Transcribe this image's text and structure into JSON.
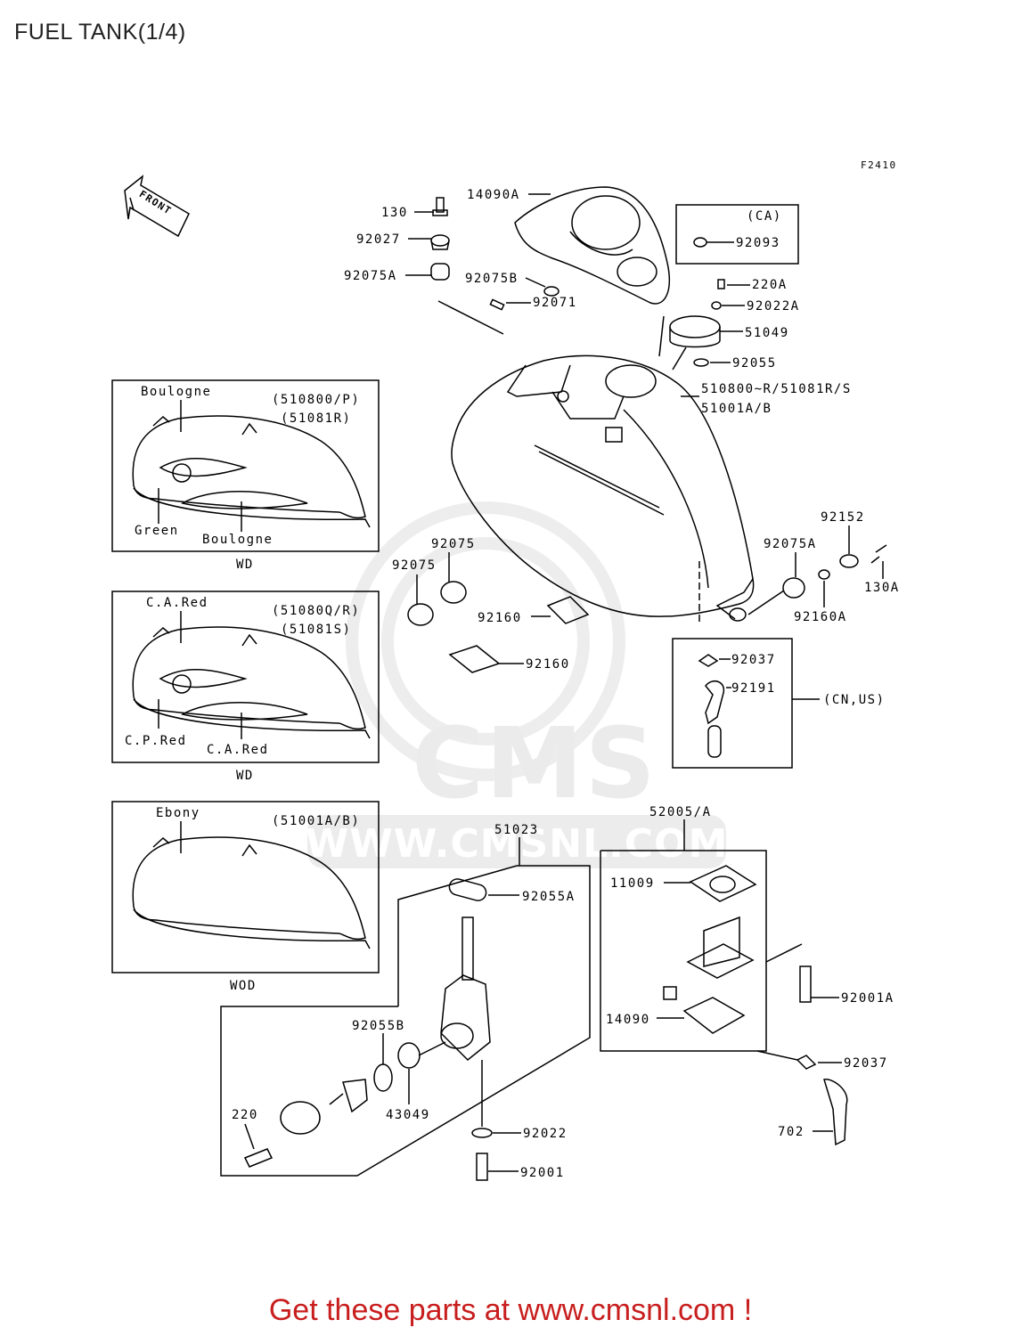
{
  "title": "FUEL TANK(1/4)",
  "figure_code": "F2410",
  "front_label": "FRONT",
  "footer_text": "Get these parts at www.cmsnl.com !",
  "watermark": {
    "logo": "CMS",
    "url": "WWW.CMSNL.COM"
  },
  "colors": {
    "footer": "#c81e1e",
    "line": "#000000",
    "watermark": "#ececec"
  },
  "variants": [
    {
      "top_color": "Boulogne",
      "codes": [
        "(510800/P)",
        "(51081R)"
      ],
      "left_color": "Green",
      "bottom_color": "Boulogne",
      "caption": "WD"
    },
    {
      "top_color": "C.A.Red",
      "codes": [
        "(51080Q/R)",
        "(51081S)"
      ],
      "left_color": "C.P.Red",
      "bottom_color": "C.A.Red",
      "caption": "WD"
    },
    {
      "top_color": "Ebony",
      "codes": [
        "(51001A/B)"
      ],
      "caption": "WOD"
    }
  ],
  "groups": {
    "ca": "(CA)",
    "cn_us": "(CN,US)"
  },
  "parts": {
    "p130": "130",
    "p14090A": "14090A",
    "p92027": "92027",
    "p92093": "92093",
    "p92075A_top": "92075A",
    "p92075B": "92075B",
    "p220A": "220A",
    "p92022A": "92022A",
    "p92071": "92071",
    "p51049": "51049",
    "p92055": "92055",
    "p510800": "510800~R/51081R/S",
    "p51001AB": "51001A/B",
    "p92152": "92152",
    "p92075_a": "92075",
    "p92075_b": "92075",
    "p92075A_right": "92075A",
    "p130A": "130A",
    "p92160A": "92160A",
    "p92160_a": "92160",
    "p92160_b": "92160",
    "p92037_top": "92037",
    "p92191": "92191",
    "p52005A": "52005/A",
    "p51023": "51023",
    "p11009": "11009",
    "p92055A": "92055A",
    "p92001A": "92001A",
    "p14090": "14090",
    "p92055B": "92055B",
    "p92037_bot": "92037",
    "p43049": "43049",
    "p220": "220",
    "p702": "702",
    "p92022": "92022",
    "p92001": "92001"
  }
}
